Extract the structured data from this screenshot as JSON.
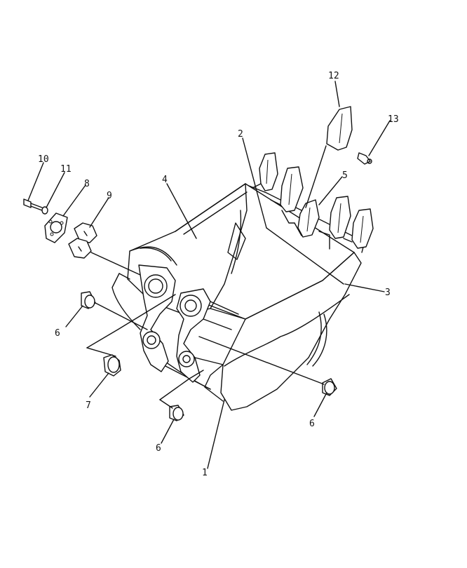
{
  "callouts": [
    {
      "id": "c1",
      "text": "1"
    },
    {
      "id": "c2",
      "text": "2"
    },
    {
      "id": "c3",
      "text": "3"
    },
    {
      "id": "c4",
      "text": "4"
    },
    {
      "id": "c5",
      "text": "5"
    },
    {
      "id": "c6a",
      "text": "6"
    },
    {
      "id": "c6b",
      "text": "6"
    },
    {
      "id": "c6c",
      "text": "6"
    },
    {
      "id": "c7",
      "text": "7"
    },
    {
      "id": "c8",
      "text": "8"
    },
    {
      "id": "c9",
      "text": "9"
    },
    {
      "id": "c10",
      "text": "10"
    },
    {
      "id": "c11",
      "text": "11"
    },
    {
      "id": "c12",
      "text": "12"
    },
    {
      "id": "c13",
      "text": "13"
    }
  ]
}
